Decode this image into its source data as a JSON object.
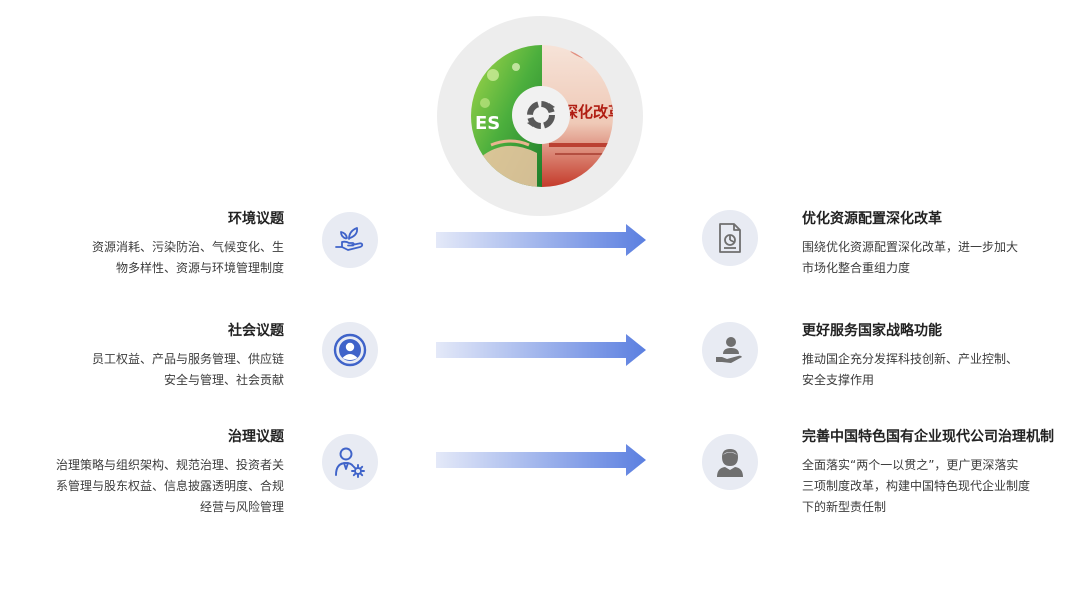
{
  "hub": {
    "photo_left_caption": "ES",
    "photo_right_caption": "深化改革",
    "center_icon": "cycle-arrows-icon"
  },
  "rows": [
    {
      "left": {
        "title": "环境议题",
        "lines": [
          "资源消耗、污染防治、气候变化、生",
          "物多样性、资源与环境管理制度"
        ],
        "icon": "hand-leaf-icon"
      },
      "right": {
        "title": "优化资源配置深化改革",
        "lines": [
          "围绕优化资源配置深化改革，进一步加大",
          "市场化整合重组力度"
        ],
        "icon": "document-chart-icon"
      }
    },
    {
      "left": {
        "title": "社会议题",
        "lines": [
          "员工权益、产品与服务管理、供应链",
          "安全与管理、社会贡献"
        ],
        "icon": "person-circle-icon"
      },
      "right": {
        "title": "更好服务国家战略功能",
        "lines": [
          "推动国企充分发挥科技创新、产业控制、",
          "安全支撑作用"
        ],
        "icon": "hand-person-icon"
      }
    },
    {
      "left": {
        "title": "治理议题",
        "lines": [
          "治理策略与组织架构、规范治理、投资者关",
          "系管理与股东权益、信息披露透明度、合规",
          "经营与风险管理"
        ],
        "icon": "person-gear-icon"
      },
      "right": {
        "title": "完善中国特色国有企业现代公司治理机制",
        "lines": [
          "全面落实“两个一以贯之”，更广更深落实",
          "三项制度改革，构建中国特色现代企业制度",
          "下的新型责任制"
        ],
        "icon": "user-avatar-icon"
      }
    }
  ],
  "colors": {
    "icon_bg": "#e8ebf3",
    "icon_fg": "#3f63c9",
    "arrow_start": "#e4e9f8",
    "arrow_end": "#5b7fe0",
    "hub_ring": "#ededed"
  }
}
